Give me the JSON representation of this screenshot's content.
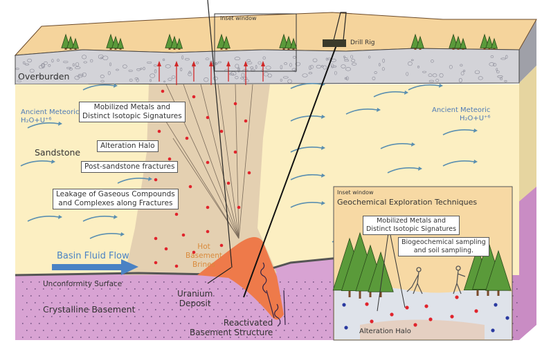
{
  "labels": {
    "inset_window_small": "Inset window",
    "drill_rig": "Drill Rig",
    "overburden": "Overburden",
    "ancient_meteoric_left": "Ancient Meteoric",
    "ancient_meteoric_left_formula": "H₂O+U⁺⁶",
    "ancient_meteoric_right": "Ancient Meteoric",
    "ancient_meteoric_right_formula": "H₂O+U⁺⁶",
    "sandstone": "Sandstone",
    "mobilized_metals_1": "Mobilized Metals and",
    "mobilized_metals_2": "Distinct Isotopic Signatures",
    "alteration_halo": "Alteration Halo",
    "post_sandstone_fractures": "Post-sandstone fractures",
    "leakage_1": "Leakage of Gaseous Compounds",
    "leakage_2": "and Complexes along Fractures",
    "basin_fluid_flow": "Basin Fluid Flow",
    "hot_brines_1": "Hot",
    "hot_brines_2": "Basement",
    "hot_brines_3": "Brines",
    "unconformity_surface": "Unconformity Surface",
    "crystalline_basement": "Crystalline Basement",
    "uranium_deposit_1": "Uranium",
    "uranium_deposit_2": "Deposit",
    "reactivated_1": "Reactivated",
    "reactivated_2": "Basement Structure"
  },
  "inset": {
    "small_title": "Inset window",
    "title": "Geochemical Exploration Techniques",
    "mobilized_1": "Mobilized Metals and",
    "mobilized_2": "Distinct Isotopic Signatures",
    "sampling_1": "Biogeochemical sampling",
    "sampling_2": "and soil sampling.",
    "alteration_halo": "Alteration Halo"
  },
  "colors": {
    "surface": "#f5d49c",
    "overburden": "#d3d3d8",
    "sandstone": "#fcefc2",
    "plume": "#e3cdb0",
    "basement": "#d8a3d3",
    "brines": "#ee7a4a",
    "arrow_blue": "#4a82c4",
    "dot_red": "#e0242c"
  }
}
